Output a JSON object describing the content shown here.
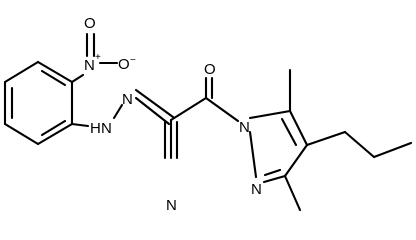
{
  "molecule": {
    "atom_labels": {
      "nitro_n": "N",
      "nitro_o_top": "O",
      "nitro_o_right": "O",
      "hydrazone_nh": "H",
      "hydrazone_n1": "N",
      "hydrazone_n2": "N",
      "carbonyl_o": "O",
      "pyrazole_n1": "N",
      "pyrazole_n2": "N",
      "nitrile_n": "N"
    },
    "charges": {
      "nitro_n_charge": "+",
      "nitro_o_charge": "−"
    }
  },
  "colors": {
    "bond": "#000000",
    "label": "#000000",
    "background": "#ffffff"
  }
}
